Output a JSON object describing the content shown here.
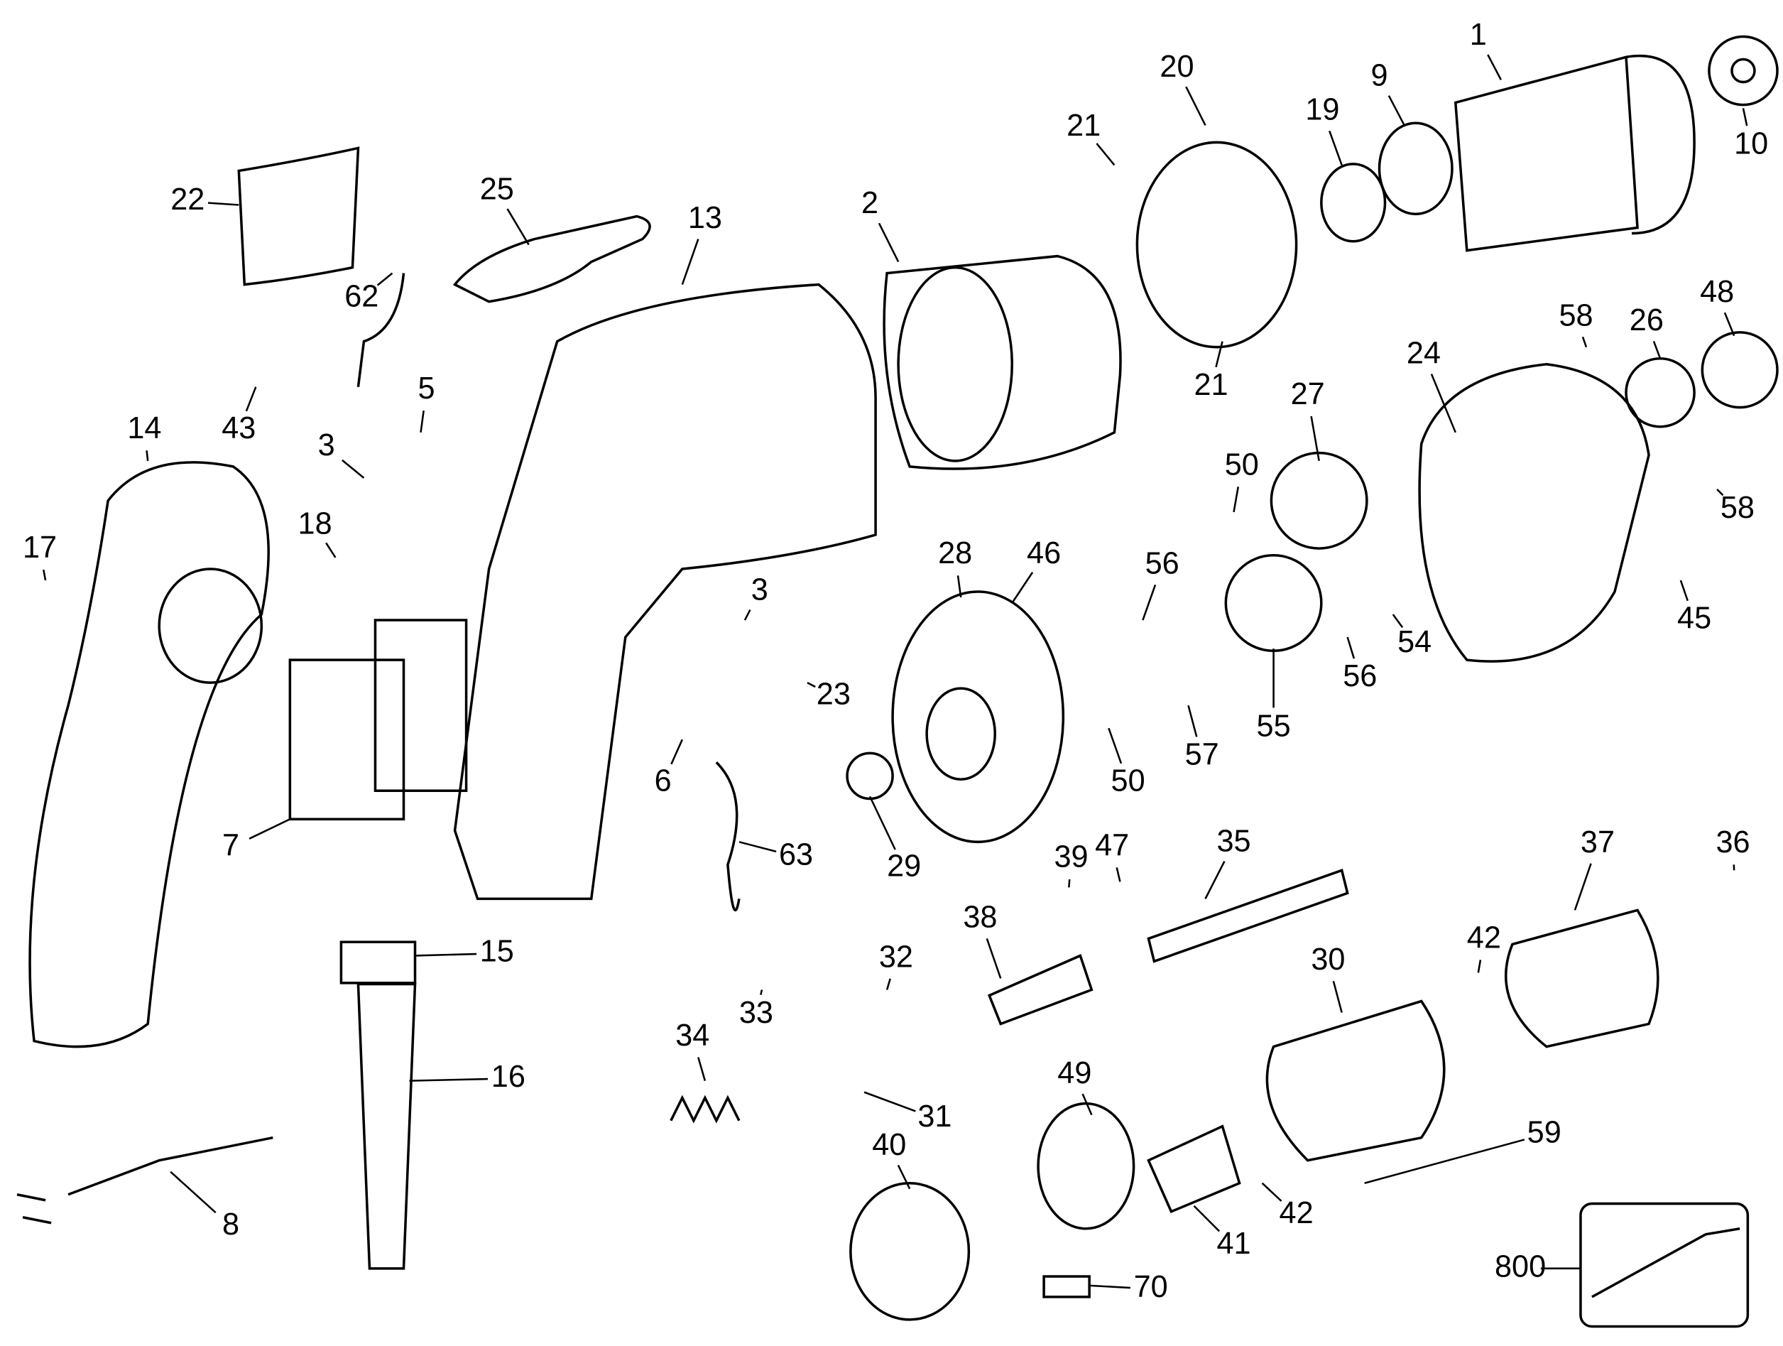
{
  "diagram": {
    "type": "exploded-parts-diagram",
    "callouts": [
      "1",
      "9",
      "19",
      "20",
      "21",
      "21",
      "10",
      "2",
      "13",
      "25",
      "22",
      "62",
      "43",
      "5",
      "3",
      "14",
      "18",
      "17",
      "7",
      "3",
      "23",
      "6",
      "63",
      "28",
      "46",
      "29",
      "50",
      "27",
      "56",
      "50",
      "57",
      "55",
      "56",
      "54",
      "24",
      "26",
      "48",
      "58",
      "58",
      "45",
      "39",
      "47",
      "35",
      "36",
      "37",
      "38",
      "32",
      "33",
      "34",
      "31",
      "30",
      "42",
      "42",
      "59",
      "49",
      "40",
      "41",
      "70",
      "800",
      "15",
      "16",
      "8"
    ]
  }
}
